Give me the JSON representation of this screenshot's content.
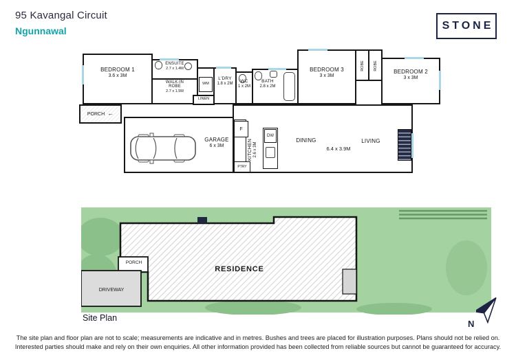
{
  "colors": {
    "navy": "#1d2342",
    "teal": "#14a3a8",
    "site_green": "#a4d2a0",
    "site_green_dark": "#8cc08a",
    "driveway_gray": "#dcdcdc",
    "window_blue": "#a9d7e8",
    "wall": "#161616"
  },
  "header": {
    "address": "95 Kavangal Circuit",
    "suburb": "Ngunnawal",
    "logo_text": "STONE"
  },
  "icons": {
    "entry_arrow": "←"
  },
  "floorplan": {
    "bedroom1": {
      "label": "BEDROOM 1",
      "dims": "3.6 x 3M"
    },
    "ensuite": {
      "label": "ENSUITE",
      "dims": "2.7 x 1.4M"
    },
    "walkin_robe": {
      "label": "WALK-IN ROBE",
      "dims": "2.7 x 1.5M"
    },
    "wm": {
      "label": "WM"
    },
    "laundry": {
      "label": "L'DRY",
      "dims": "1.8 x 2M"
    },
    "wc": {
      "label": "WC",
      "dims": "1 x 2M"
    },
    "bath": {
      "label": "BATH",
      "dims": "2.8 x 2M"
    },
    "bedroom3": {
      "label": "BEDROOM 3",
      "dims": "3 x 3M"
    },
    "robe_left": {
      "label": "ROBE"
    },
    "robe_right": {
      "label": "ROBE"
    },
    "bedroom2": {
      "label": "BEDROOM 2",
      "dims": "3 x 3M"
    },
    "porch": {
      "label": "PORCH"
    },
    "linen": {
      "label": "LINEN"
    },
    "garage": {
      "label": "GARAGE",
      "dims": "6 x 3M"
    },
    "fridge": {
      "label": "F"
    },
    "kitchen": {
      "label": "KITCHEN",
      "dims": "2.6 x 3M"
    },
    "dishwasher": {
      "label": "DW"
    },
    "pantry": {
      "label": "PTRY"
    },
    "dining": {
      "label": "DINING"
    },
    "living": {
      "label": "LIVING"
    },
    "living_dining_dims": "6.4 x 3.9M"
  },
  "siteplan": {
    "residence_label": "RESIDENCE",
    "porch_label": "PORCH",
    "driveway_label": "DRIVEWAY",
    "caption": "Site Plan",
    "compass_label": "N"
  },
  "footer": {
    "line1": "The site plan and floor plan are not to scale; measurements are indicative and in metres. Bushes and trees are placed for illustration purposes. Plans should not be relied on.",
    "line2": "Interested parties should make and rely on their own enquiries. All other information provided has been collected from reliable sources but cannot be guaranteed for accuracy."
  }
}
